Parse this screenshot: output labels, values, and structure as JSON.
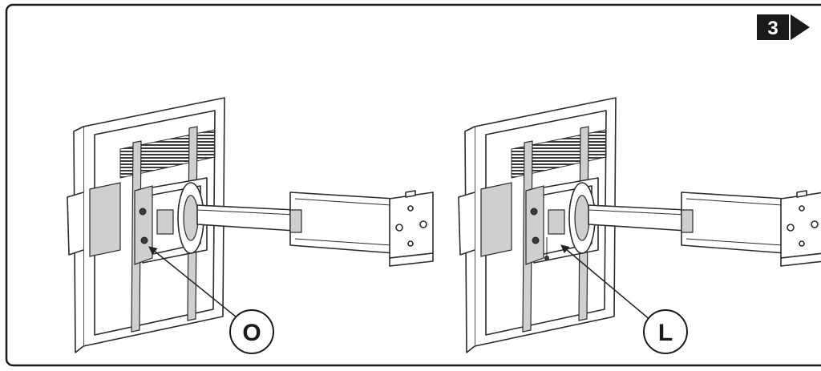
{
  "step": {
    "number": "3"
  },
  "callouts": [
    {
      "id": "left",
      "label": "O"
    },
    {
      "id": "right",
      "label": "L"
    }
  ]
}
